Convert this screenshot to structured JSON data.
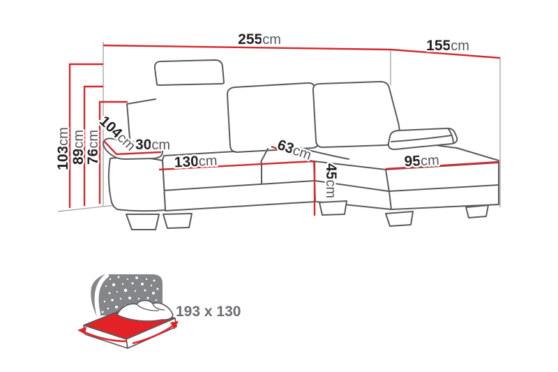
{
  "diagram": {
    "kind": "corner-sofa dimension drawing",
    "unit_default": "cm"
  },
  "dimensions": {
    "d255": {
      "value": "255",
      "unit": "cm"
    },
    "d155": {
      "value": "155",
      "unit": "cm"
    },
    "d103": {
      "value": "103",
      "unit": "cm"
    },
    "d89": {
      "value": "89",
      "unit": "cm"
    },
    "d76": {
      "value": "76",
      "unit": "cm"
    },
    "d104": {
      "value": "104",
      "unit": "cm"
    },
    "d30": {
      "value": "30",
      "unit": "cm"
    },
    "d130": {
      "value": "130",
      "unit": "cm"
    },
    "d63": {
      "value": "63",
      "unit": "cm"
    },
    "d45": {
      "value": "45",
      "unit": "cm"
    },
    "d95": {
      "value": "95",
      "unit": "cm"
    }
  },
  "sleeping_area": {
    "label": "193 x 130"
  },
  "colors": {
    "dimension_line": "#d4292e",
    "value_text": "#231f20",
    "unit_text": "#55565a",
    "sofa_outline": "#58595b",
    "extension_line": "#a7a9ac",
    "icon_gray": "#85868a",
    "bed_red": "#e32228",
    "sleep_text": "#6c6d70"
  }
}
